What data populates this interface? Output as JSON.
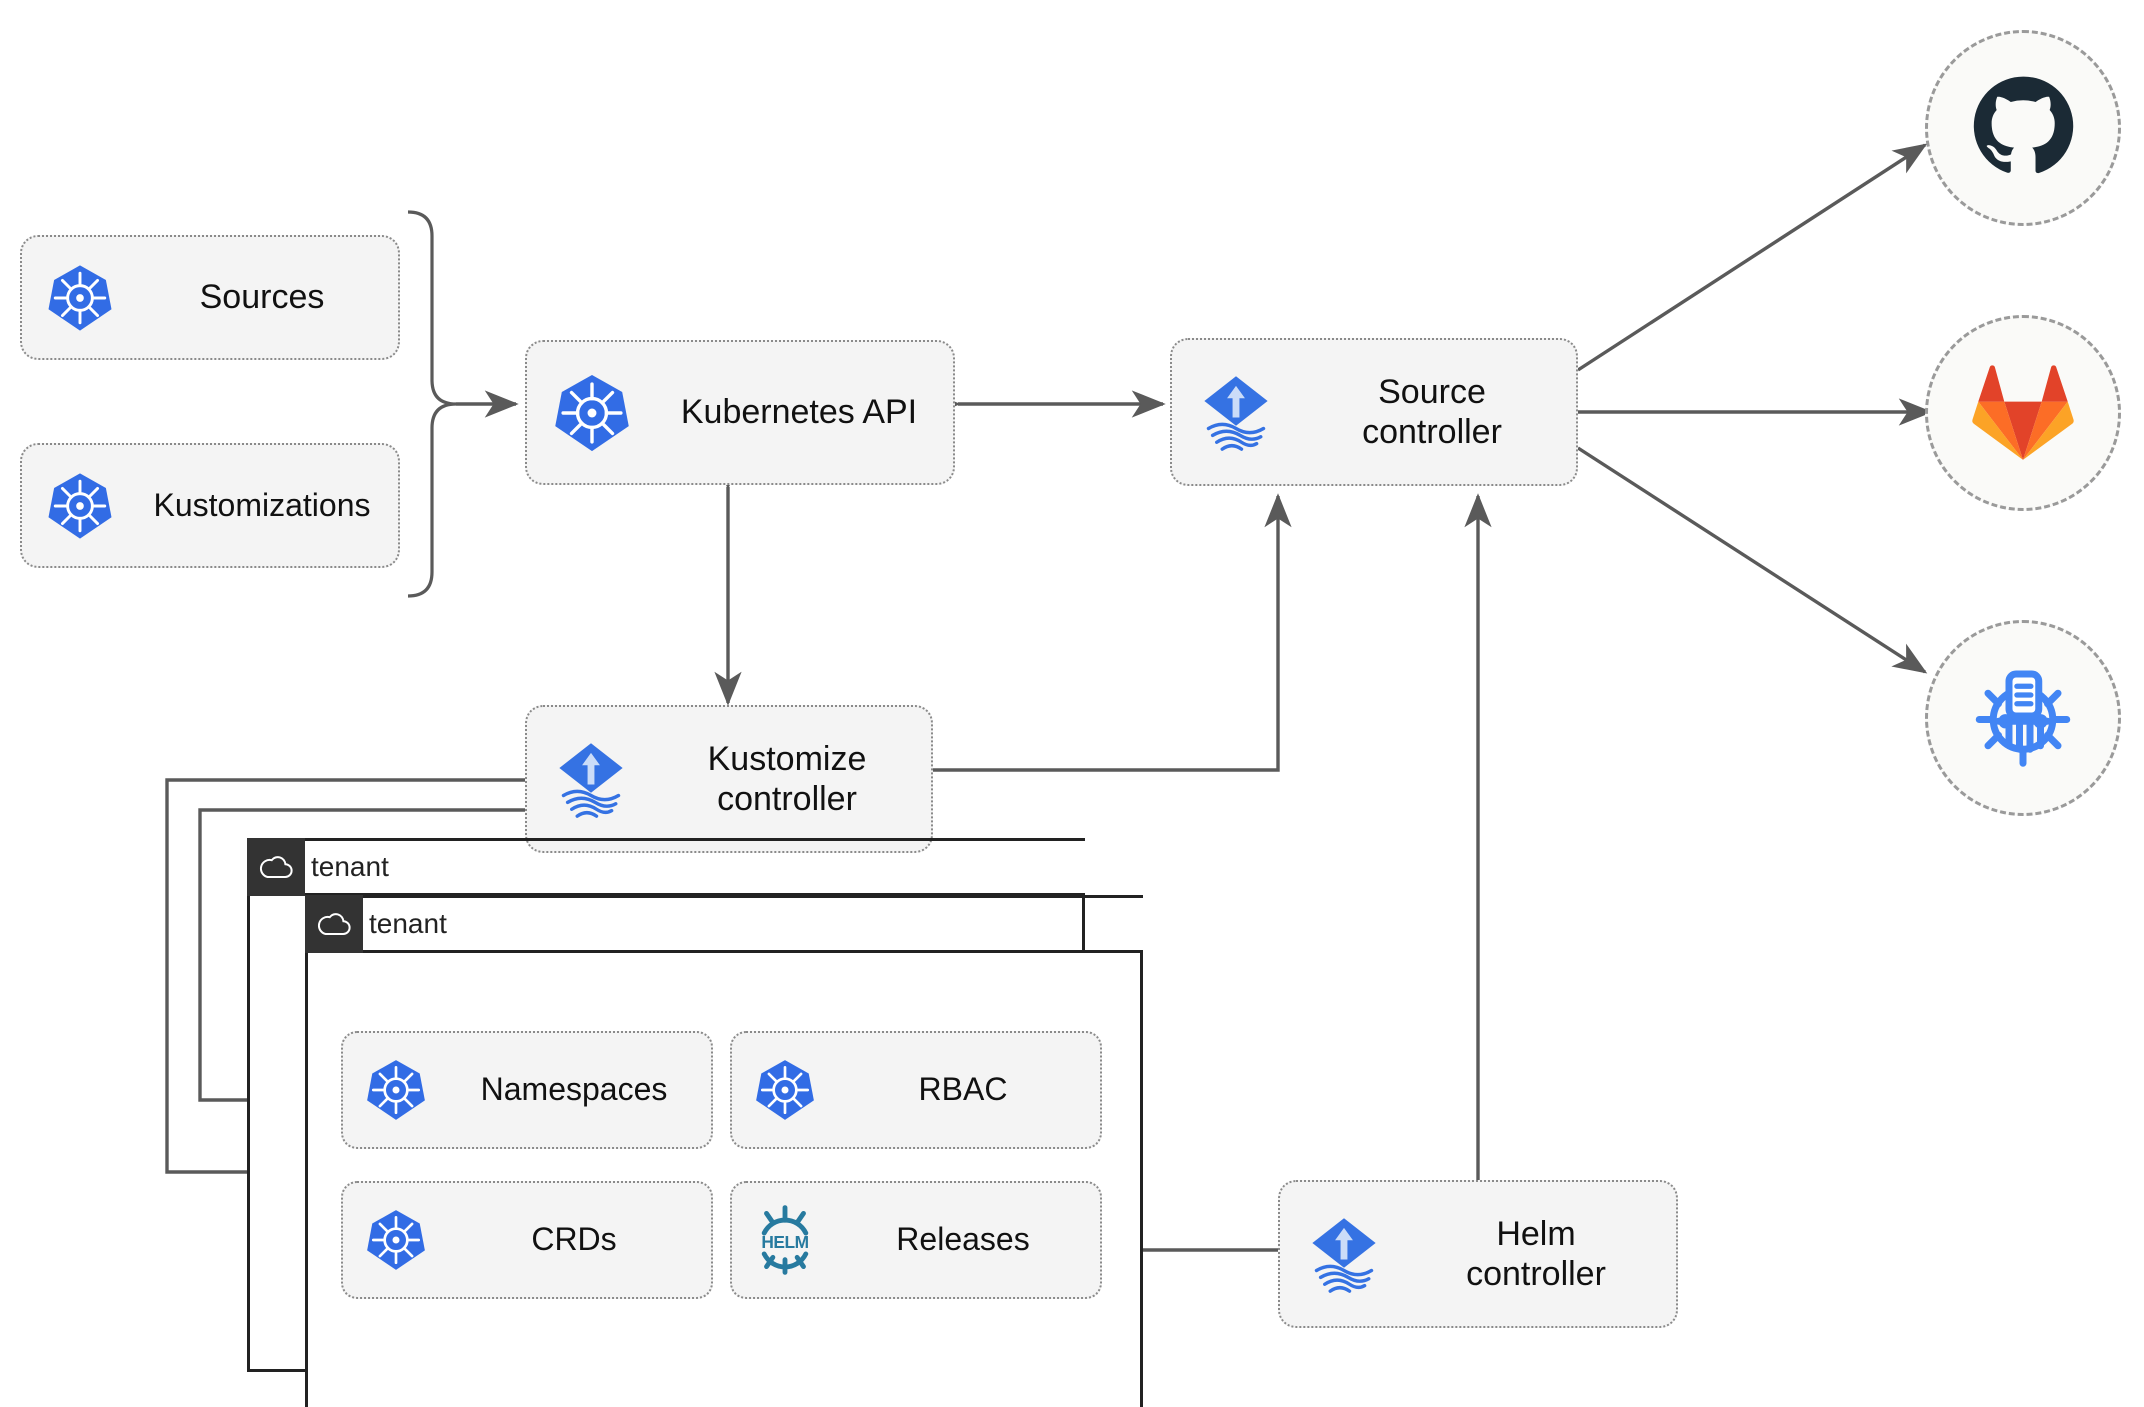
{
  "diagram": {
    "title": "Flux GitOps toolkit architecture",
    "colors": {
      "kubernetes_blue": "#326CE5",
      "flux_blue": "#3572E3",
      "helm_teal": "#277A9F",
      "github_dark": "#1B1F23",
      "gitlab_orange": "#E24329",
      "gitlab_amber": "#FC6D26",
      "gitlab_light": "#FCA326",
      "bucket_blue": "#4285F4",
      "node_fill": "#F4F4F4",
      "node_border": "#8A8A8A",
      "wire": "#5A5A5A",
      "tenant_header": "#333333"
    }
  },
  "nodes": {
    "sources": {
      "label": "Sources",
      "icon": "kubernetes-icon"
    },
    "kustomizations": {
      "label": "Kustomizations",
      "icon": "kubernetes-icon"
    },
    "k8s_api": {
      "label": "Kubernetes API",
      "icon": "kubernetes-icon"
    },
    "source_ctrl": {
      "label": "Source\ncontroller",
      "icon": "flux-icon"
    },
    "kustomize_ctrl": {
      "label": "Kustomize\ncontroller",
      "icon": "flux-icon"
    },
    "helm_ctrl": {
      "label": "Helm\ncontroller",
      "icon": "flux-icon"
    },
    "namespaces": {
      "label": "Namespaces",
      "icon": "kubernetes-icon"
    },
    "rbac": {
      "label": "RBAC",
      "icon": "kubernetes-icon"
    },
    "crds": {
      "label": "CRDs",
      "icon": "kubernetes-icon"
    },
    "releases": {
      "label": "Releases",
      "icon": "helm-icon"
    }
  },
  "tenants": [
    {
      "label": "tenant",
      "icon": "cloud-icon"
    },
    {
      "label": "tenant",
      "icon": "cloud-icon"
    }
  ],
  "providers": [
    {
      "name": "github",
      "icon": "github-icon"
    },
    {
      "name": "gitlab",
      "icon": "gitlab-icon"
    },
    {
      "name": "bucket",
      "icon": "chart-repository-icon"
    }
  ],
  "edges": [
    {
      "from": "sources",
      "to": "k8s_api",
      "arrow": "single"
    },
    {
      "from": "kustomizations",
      "to": "k8s_api",
      "arrow": "single"
    },
    {
      "from": "k8s_api",
      "to": "source_ctrl",
      "arrow": "double"
    },
    {
      "from": "k8s_api",
      "to": "kustomize_ctrl",
      "arrow": "double"
    },
    {
      "from": "kustomize_ctrl",
      "to": "source_ctrl",
      "arrow": "single"
    },
    {
      "from": "helm_ctrl",
      "to": "source_ctrl",
      "arrow": "single"
    },
    {
      "from": "helm_ctrl",
      "to": "releases",
      "arrow": "single"
    },
    {
      "from": "kustomize_ctrl",
      "to": "tenant-1",
      "arrow": "single"
    },
    {
      "from": "kustomize_ctrl",
      "to": "tenant-2",
      "arrow": "single"
    },
    {
      "from": "source_ctrl",
      "to": "github",
      "arrow": "single"
    },
    {
      "from": "source_ctrl",
      "to": "gitlab",
      "arrow": "single"
    },
    {
      "from": "source_ctrl",
      "to": "bucket",
      "arrow": "single"
    }
  ]
}
